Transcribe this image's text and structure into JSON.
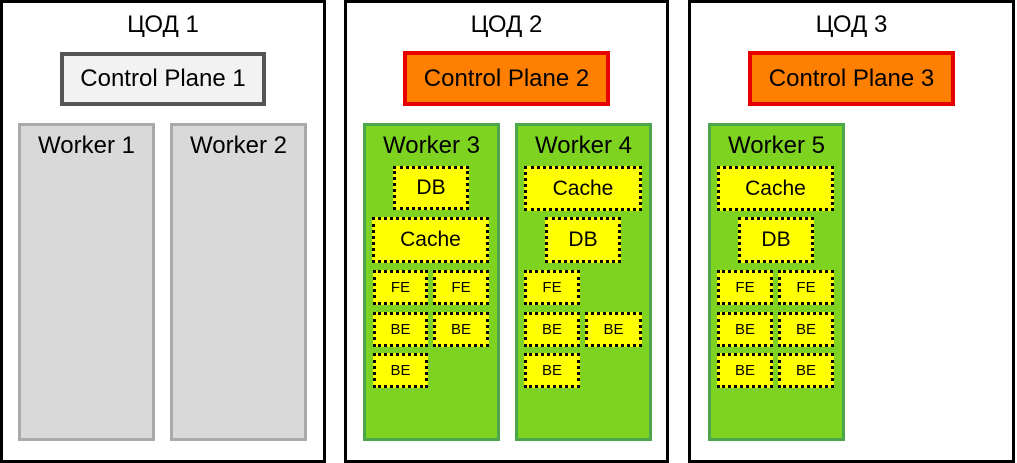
{
  "datacenters": [
    {
      "title": "ЦОД 1",
      "control_plane": "Control Plane 1",
      "workers": [
        {
          "label": "Worker 1",
          "services": []
        },
        {
          "label": "Worker 2",
          "services": []
        }
      ]
    },
    {
      "title": "ЦОД 2",
      "control_plane": "Control Plane 2",
      "workers": [
        {
          "label": "Worker 3",
          "services": [
            "DB",
            "Cache",
            "FE",
            "FE",
            "BE",
            "BE",
            "BE"
          ]
        },
        {
          "label": "Worker 4",
          "services": [
            "Cache",
            "DB",
            "FE",
            "BE",
            "BE",
            "BE"
          ]
        }
      ]
    },
    {
      "title": "ЦОД 3",
      "control_plane": "Control Plane 3",
      "workers": [
        {
          "label": "Worker 5",
          "services": [
            "Cache",
            "DB",
            "FE",
            "FE",
            "BE",
            "BE",
            "BE",
            "BE"
          ]
        }
      ]
    }
  ]
}
